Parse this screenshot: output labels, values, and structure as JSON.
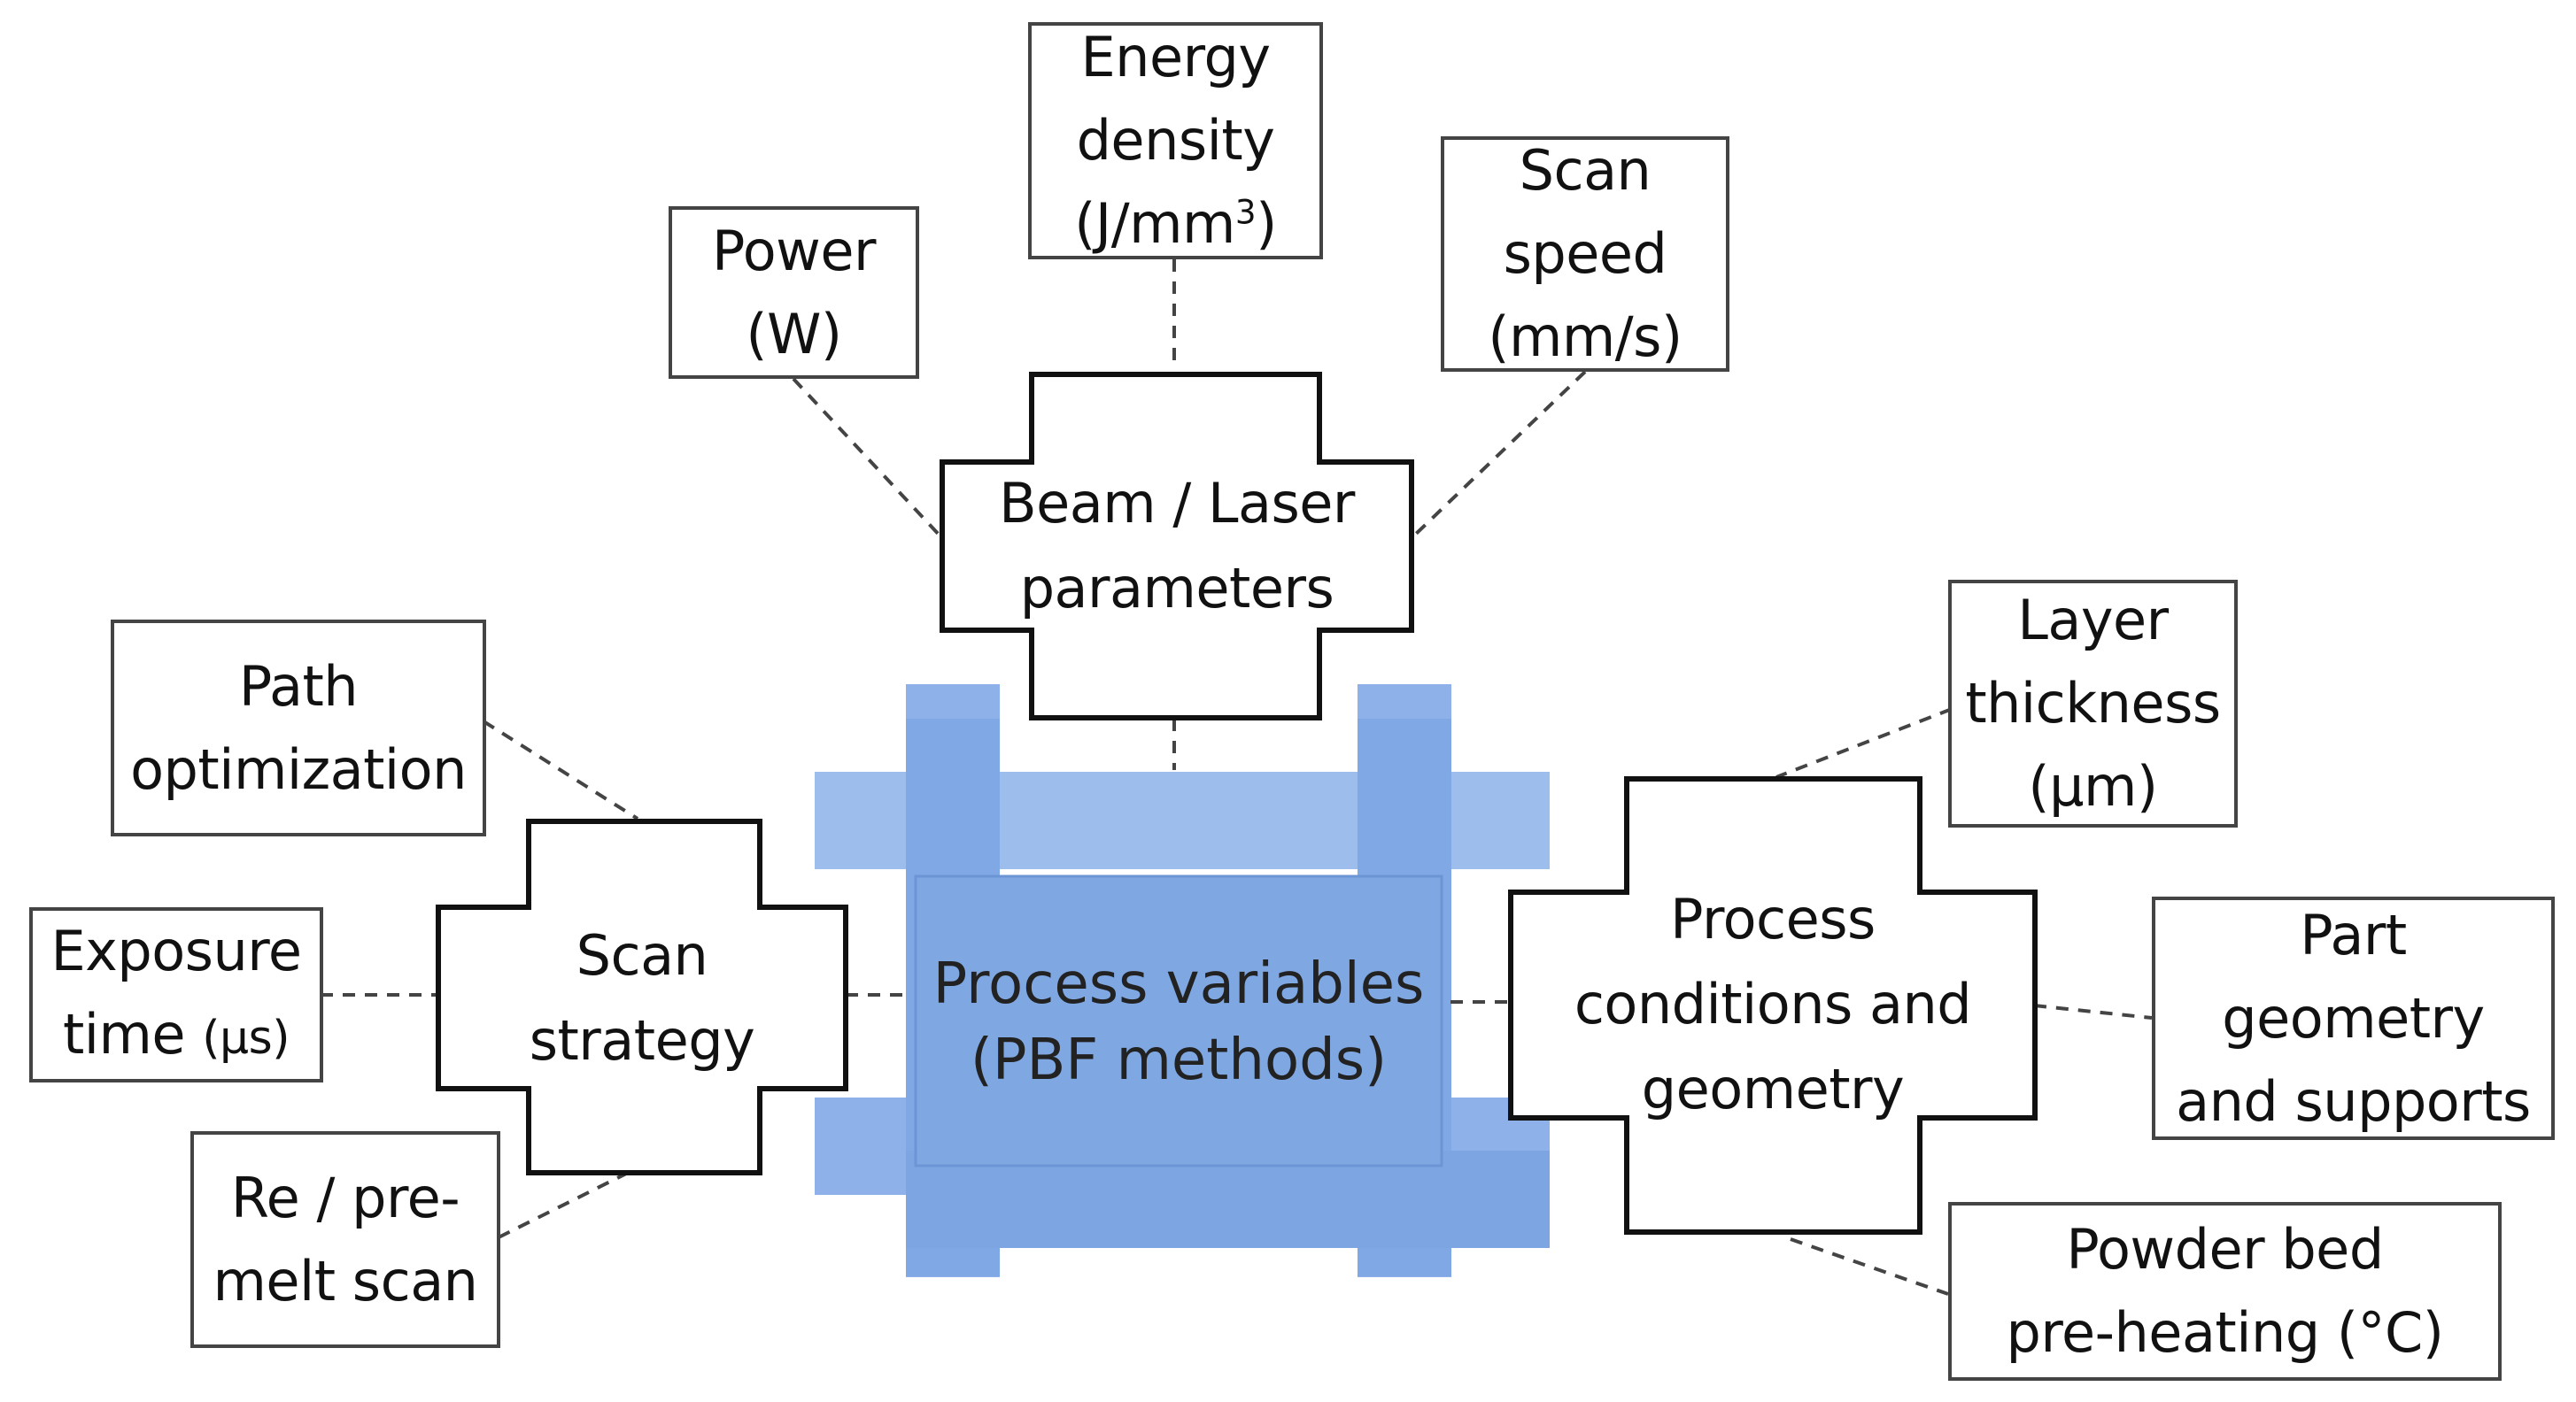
{
  "center": {
    "line1": "Process variables",
    "line2": "(PBF methods)"
  },
  "hubs": {
    "beam": {
      "line1": "Beam / Laser",
      "line2": "parameters"
    },
    "scan": {
      "line1": "Scan",
      "line2": "strategy"
    },
    "process": {
      "line1": "Process",
      "line2": "conditions and",
      "line3": "geometry"
    }
  },
  "leaves": {
    "energy_density": {
      "line1": "Energy",
      "line2": "density",
      "line3_pre": "(J/mm",
      "line3_sup": "3",
      "line3_post": ")"
    },
    "power": {
      "line1": "Power",
      "line2": "(W)"
    },
    "scan_speed": {
      "line1": "Scan",
      "line2": "speed",
      "line3": "(mm/s)"
    },
    "path_optimization": {
      "line1": "Path",
      "line2": "optimization"
    },
    "exposure_time": {
      "line1": "Exposure",
      "line2_pre": "time ",
      "line2_unit": "(μs)"
    },
    "remelt_scan": {
      "line1": "Re / pre-",
      "line2": "melt scan"
    },
    "layer_thickness": {
      "line1": "Layer",
      "line2": "thickness",
      "line3": "(μm)"
    },
    "part_geometry": {
      "line1": "Part",
      "line2": "geometry",
      "line3": "and supports"
    },
    "powder_bed": {
      "line1": "Powder bed",
      "line2": "pre-heating (°C)"
    }
  },
  "colors": {
    "center_fill": "#7fa7e2",
    "center_light": "#a9c5ef",
    "hub_border": "#111111",
    "leaf_border": "#444444",
    "connector": "#444444"
  }
}
